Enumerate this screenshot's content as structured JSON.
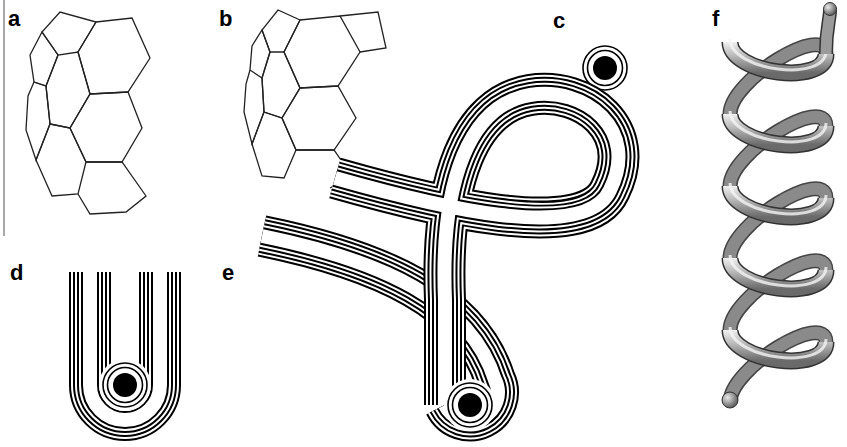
{
  "diagram": {
    "labels": [
      "a",
      "b",
      "c",
      "f",
      "d",
      "e"
    ]
  }
}
